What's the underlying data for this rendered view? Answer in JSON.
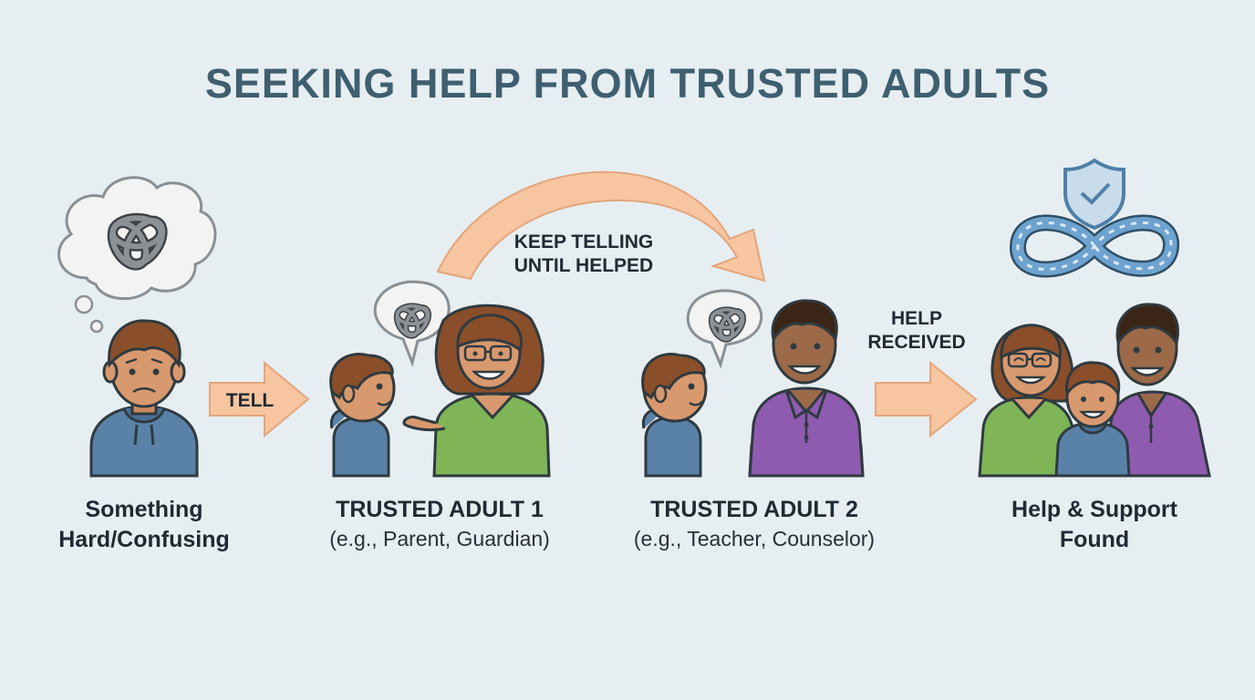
{
  "title": "SEEKING HELP FROM TRUSTED ADULTS",
  "arrows": {
    "tell": "TELL",
    "keep_telling_line1": "KEEP TELLING",
    "keep_telling_line2": "UNTIL HELPED",
    "help_received_line1": "HELP",
    "help_received_line2": "RECEIVED"
  },
  "steps": [
    {
      "line1": "Something",
      "line2": "Hard/Confusing"
    },
    {
      "heading": "TRUSTED ADULT 1",
      "sub": "(e.g., Parent, Guardian)"
    },
    {
      "heading": "TRUSTED ADULT 2",
      "sub": "(e.g., Teacher, Counselor)"
    },
    {
      "line1": "Help & Support",
      "line2": "Found"
    }
  ],
  "icons": [
    "tangled-knot-icon",
    "shield-check-icon",
    "infinity-rope-icon"
  ],
  "colors": {
    "background": "#e7eef1",
    "title": "#3e5f70",
    "arrow_fill": "#f7c5a0",
    "child_hoodie": "#5a82a8",
    "adult1_shirt": "#7fb556",
    "adult2_shirt": "#8f5bb0",
    "rope": "#5f95c4",
    "outline": "#2f3a40"
  }
}
